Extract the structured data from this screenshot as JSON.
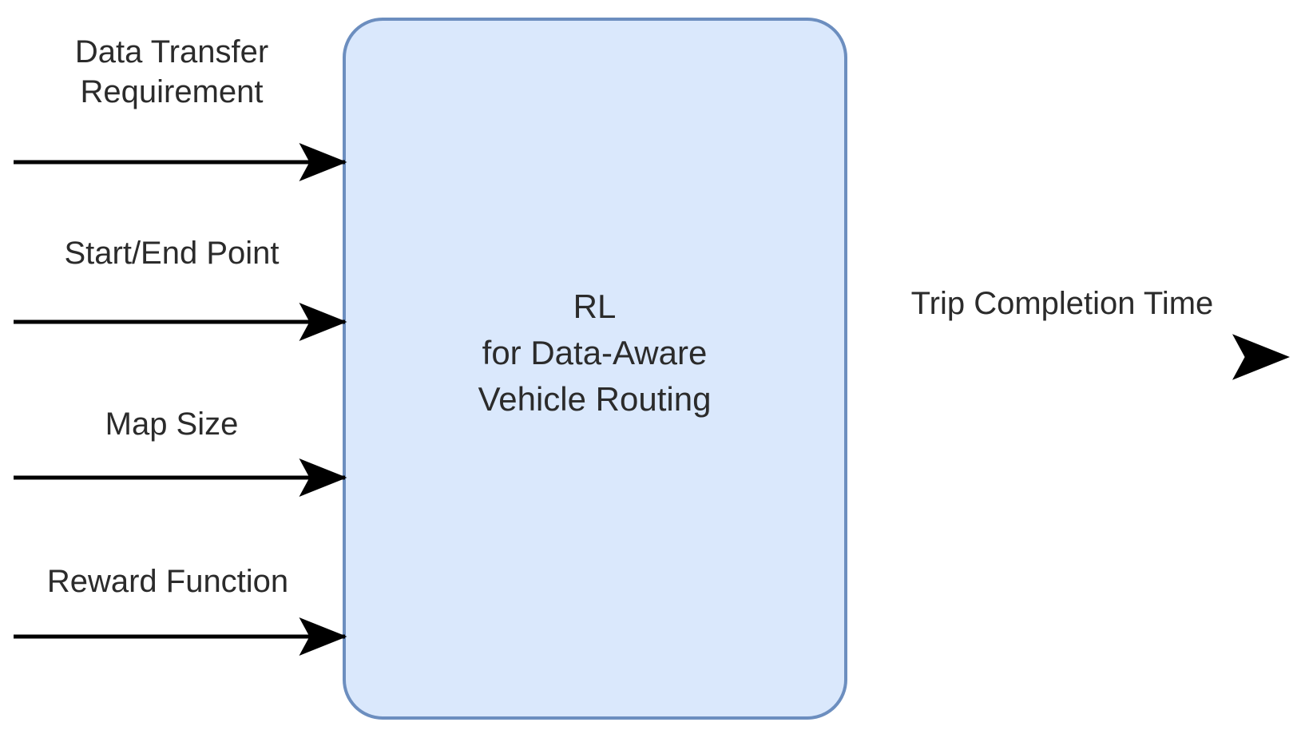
{
  "diagram": {
    "title": "RL for Data-Aware Vehicle Routing block diagram",
    "colors": {
      "box_fill": "#dae8fc",
      "box_stroke": "#6c8ebf",
      "arrow_in": "#000000",
      "arrow_out_start": "#808080",
      "arrow_out_end": "#000000",
      "text": "#2b2b2b",
      "background": "#ffffff"
    },
    "block": {
      "label": "RL\nfor Data-Aware\nVehicle Routing",
      "line1": "RL",
      "line2": "for Data-Aware",
      "line3": "Vehicle Routing",
      "shape": "rounded-rectangle"
    },
    "inputs": [
      {
        "id": "data-transfer-requirement",
        "label": "Data Transfer\nRequirement",
        "arrow": "right-arrow-icon"
      },
      {
        "id": "start-end-point",
        "label": "Start/End Point",
        "arrow": "right-arrow-icon"
      },
      {
        "id": "map-size",
        "label": "Map Size",
        "arrow": "right-arrow-icon"
      },
      {
        "id": "reward-function",
        "label": "Reward Function",
        "arrow": "right-arrow-icon"
      }
    ],
    "outputs": [
      {
        "id": "trip-completion-time",
        "label": "Trip Completion Time",
        "arrow": "right-arrow-icon"
      }
    ]
  }
}
